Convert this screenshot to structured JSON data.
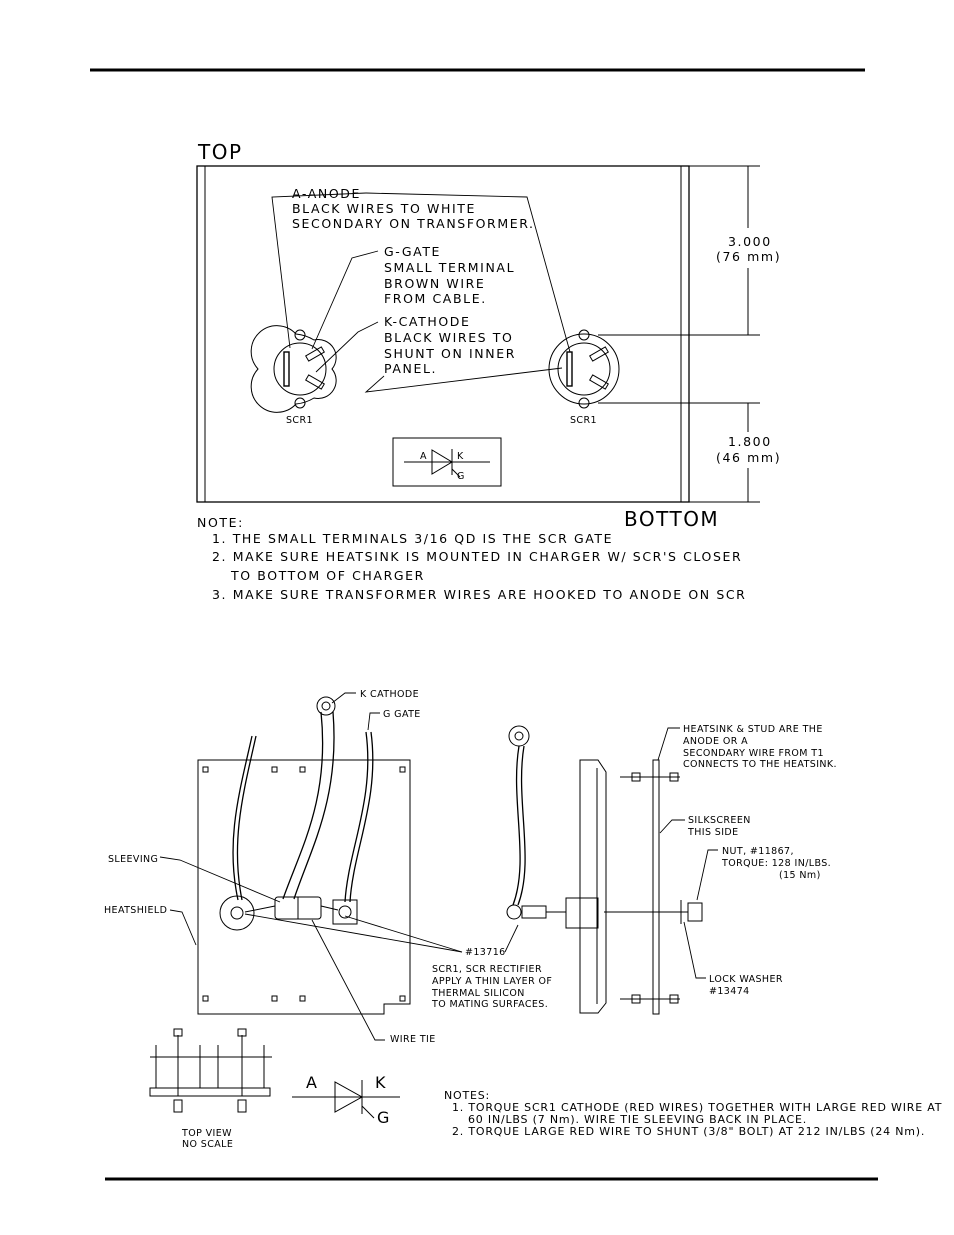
{
  "upper": {
    "label_top": "TOP",
    "label_bottom": "BOTTOM",
    "anode": [
      "A-ANODE",
      "BLACK WIRES TO WHITE",
      "SECONDARY ON TRANSFORMER."
    ],
    "gate": [
      "G-GATE",
      "SMALL TERMINAL",
      "BROWN WIRE",
      "FROM CABLE."
    ],
    "cathode": [
      "K-CATHODE",
      "BLACK WIRES TO",
      "SHUNT ON INNER",
      "PANEL."
    ],
    "scr_left": "SCR1",
    "scr_right": "SCR1",
    "dim_top": [
      "3.000",
      "(76 mm)"
    ],
    "dim_bottom": [
      "1.800",
      "(46 mm)"
    ],
    "symbol": {
      "a": "A",
      "k": "K",
      "g": "G"
    },
    "notes_title": "NOTE:",
    "notes": [
      "1.  THE SMALL TERMINALS 3/16 QD IS THE SCR GATE",
      "2.  MAKE SURE HEATSINK IS MOUNTED IN CHARGER W/ SCR'S CLOSER",
      "TO BOTTOM OF CHARGER",
      "3.  MAKE SURE TRANSFORMER WIRES ARE HOOKED TO ANODE ON SCR"
    ]
  },
  "lower": {
    "k_cathode": "K CATHODE",
    "g_gate": "G GATE",
    "sleeving": "SLEEVING",
    "heatshield": "HEATSHIELD",
    "part_13716": "#13716",
    "scr_rectifier": [
      "SCR1, SCR RECTIFIER",
      "APPLY A THIN LAYER OF",
      "THERMAL SILICON",
      "TO MATING SURFACES."
    ],
    "wire_tie": "WIRE TIE",
    "heatsink_stud": [
      "HEATSINK & STUD ARE THE",
      "ANODE OR A",
      "SECONDARY WIRE FROM T1",
      "CONNECTS TO THE HEATSINK."
    ],
    "silkscreen": [
      "SILKSCREEN",
      "THIS SIDE"
    ],
    "nut": [
      "NUT, #11867,",
      "TORQUE: 128 IN/LBS.",
      "(15 Nm)"
    ],
    "lock_washer": [
      "LOCK WASHER",
      "#13474"
    ],
    "top_view": [
      "TOP VIEW",
      "NO SCALE"
    ],
    "symbol": {
      "a": "A",
      "k": "K",
      "g": "G"
    },
    "notes_title": "NOTES:",
    "notes": [
      "1.  TORQUE SCR1 CATHODE (RED WIRES) TOGETHER WITH LARGE RED WIRE AT",
      "60 IN/LBS (7 Nm).   WIRE TIE SLEEVING BACK IN PLACE.",
      "2.  TORQUE LARGE RED WIRE TO SHUNT (3/8\" BOLT) AT 212 IN/LBS (24 Nm)."
    ]
  }
}
